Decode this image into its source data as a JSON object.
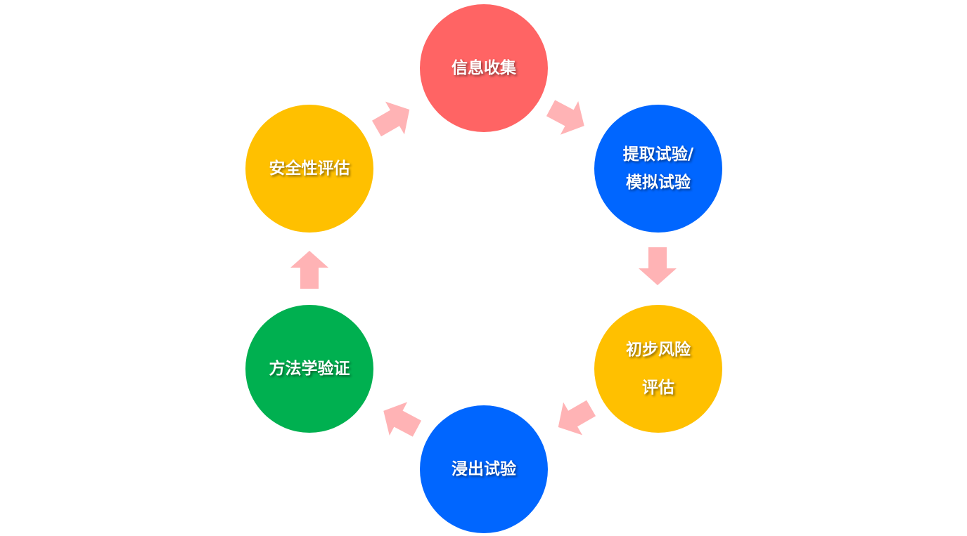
{
  "colors": {
    "red": "#FF6464",
    "blue": "#0066FF",
    "yellow": "#FFC000",
    "green": "#00B050",
    "arrow": "#FFB3B5"
  },
  "nodes": [
    {
      "id": "info-collection",
      "lines": [
        "信息收集"
      ]
    },
    {
      "id": "extraction-simulation",
      "lines": [
        "提取试验/",
        "模拟试验"
      ]
    },
    {
      "id": "preliminary-risk",
      "lines": [
        "初步风险",
        "评估"
      ]
    },
    {
      "id": "leaching",
      "lines": [
        "浸出试验"
      ]
    },
    {
      "id": "method-validation",
      "lines": [
        "方法学验证"
      ]
    },
    {
      "id": "safety-assessment",
      "lines": [
        "安全性评估"
      ]
    }
  ]
}
